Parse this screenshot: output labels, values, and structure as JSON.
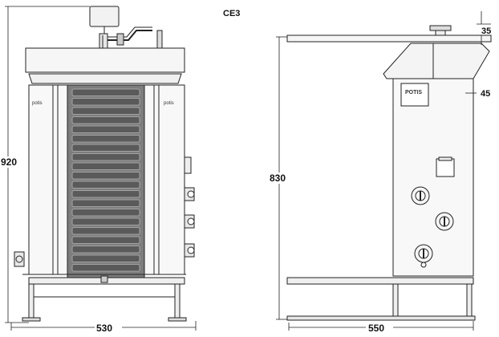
{
  "title": "CE3",
  "front_view": {
    "height_label": "920",
    "width_label": "530",
    "brand_left": "potis",
    "brand_right": "potis",
    "grill_slats": 20,
    "side_knobs": 3
  },
  "side_view": {
    "height_label": "830",
    "depth_label": "550",
    "top_offset_label": "35",
    "overhang_label": "45",
    "logo_text": "POTIS",
    "knobs": 3
  },
  "colors": {
    "line": "#222222",
    "panel": "#f4f4f4",
    "grill": "#7d7d7d",
    "grill_slat": "#5a5a5a",
    "grill_light": "#b5b5b5"
  }
}
